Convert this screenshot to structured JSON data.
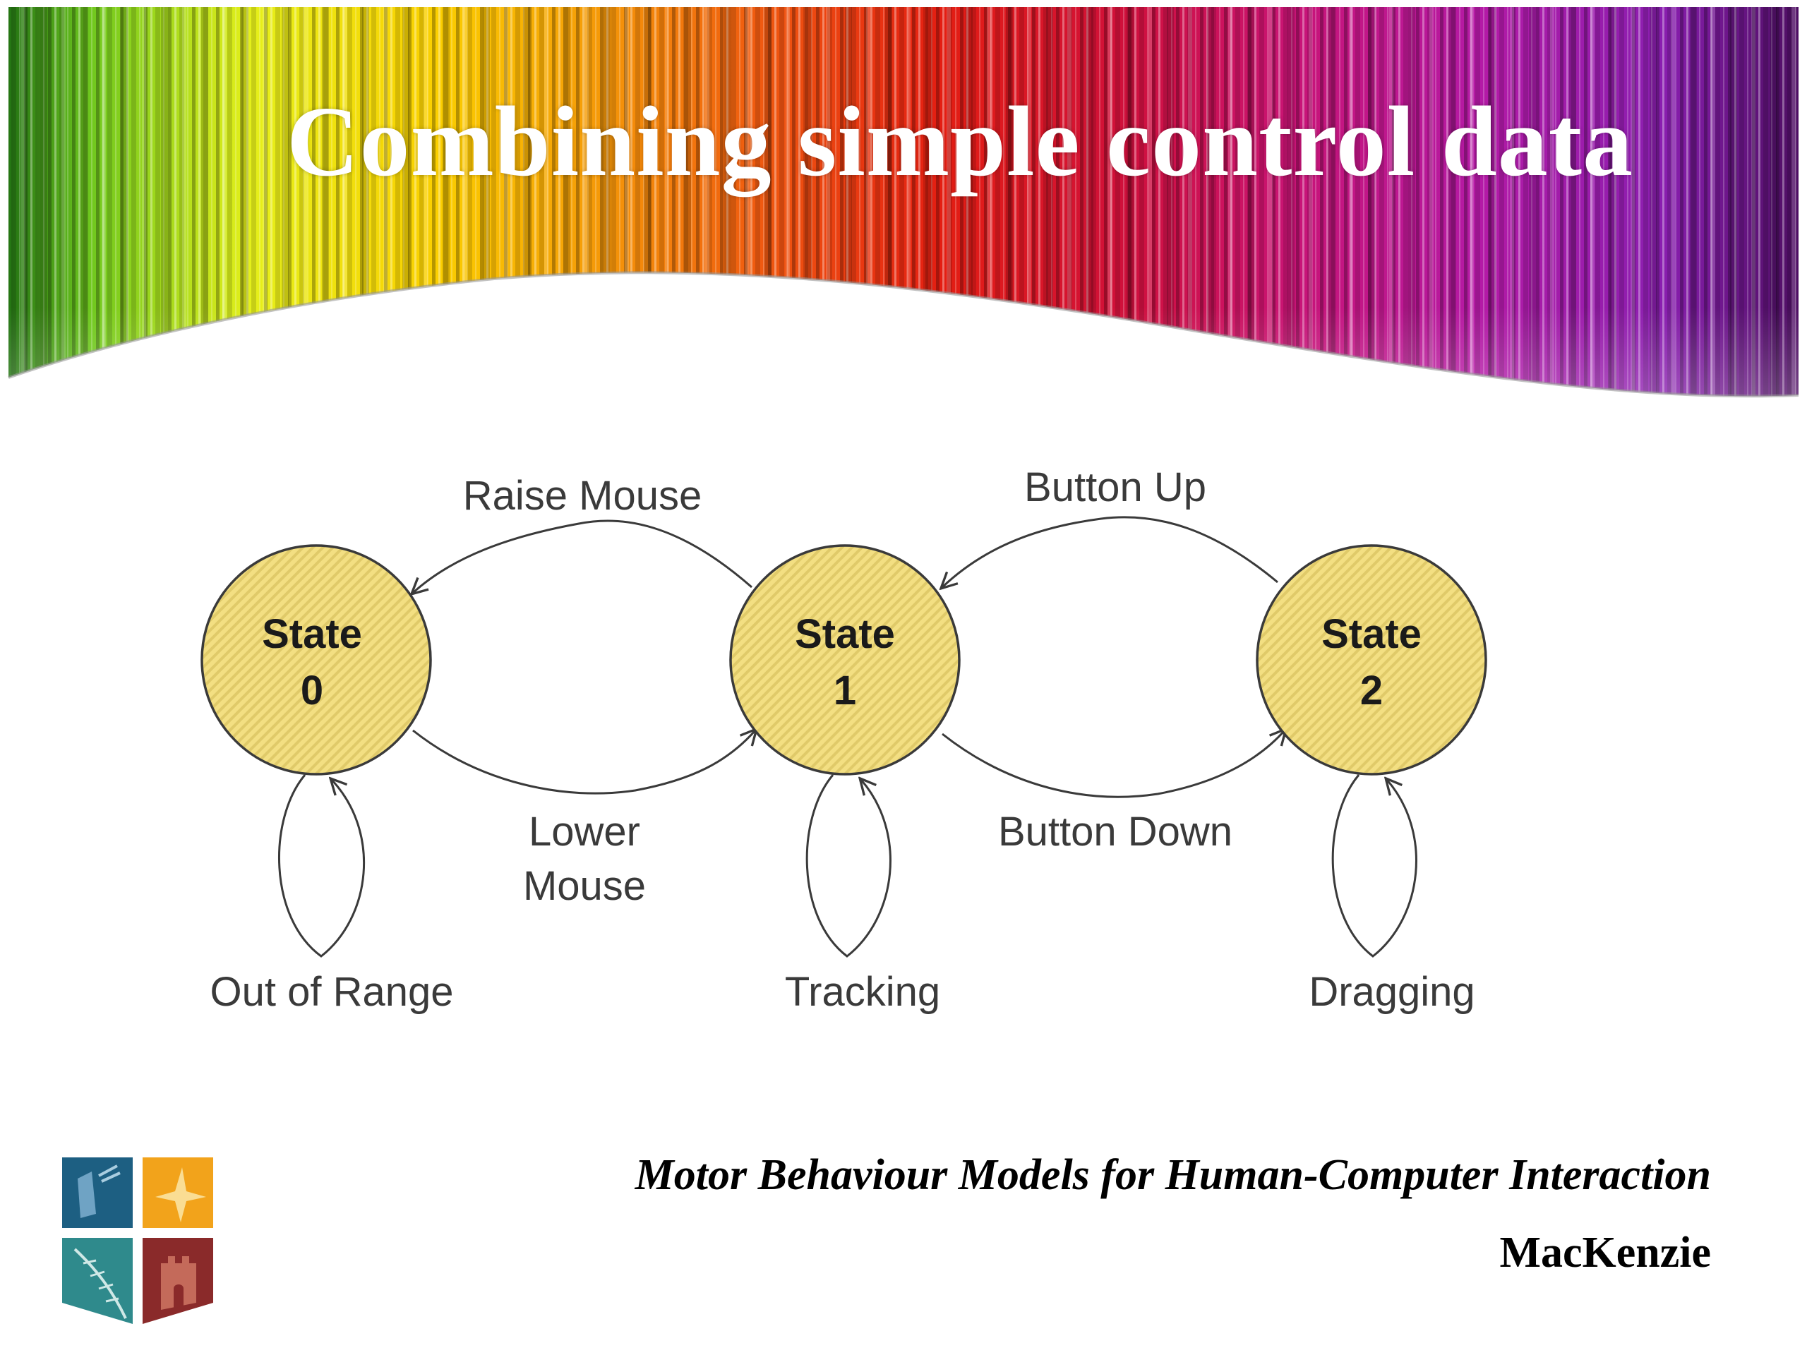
{
  "slide": {
    "title": "Combining simple control data",
    "footer_book": "Motor Behaviour Models for Human-Computer Interaction",
    "footer_author": "MacKenzie"
  },
  "diagram": {
    "states": [
      {
        "line1": "State",
        "line2": "0",
        "self_loop_label": "Out of Range"
      },
      {
        "line1": "State",
        "line2": "1",
        "self_loop_label": "Tracking"
      },
      {
        "line1": "State",
        "line2": "2",
        "self_loop_label": "Dragging"
      }
    ],
    "transitions": [
      {
        "from": "1",
        "to": "0",
        "label": "Raise Mouse"
      },
      {
        "from": "0",
        "to": "1",
        "label_line1": "Lower",
        "label_line2": "Mouse"
      },
      {
        "from": "2",
        "to": "1",
        "label": "Button Up"
      },
      {
        "from": "1",
        "to": "2",
        "label": "Button Down"
      }
    ]
  },
  "colors": {
    "state_fill": "#f2dc7a",
    "state_stroke": "#3a3a3a",
    "label_text": "#3a3a3a"
  },
  "icons": [
    "university-crest-icon"
  ]
}
